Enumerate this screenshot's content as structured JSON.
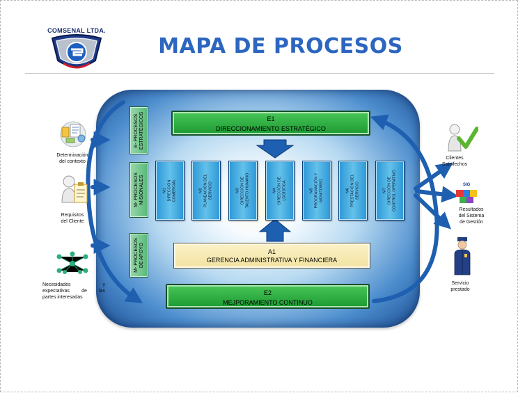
{
  "header": {
    "title": "MAPA DE PROCESOS",
    "logo_text": "COMSENAL LTDA."
  },
  "strategic": {
    "code": "E1",
    "name": "DIRECCIONAMIENTO ESTRATÉGICO"
  },
  "improvement": {
    "code": "E2",
    "name": "MEJPORAMIENTO CONTINUO"
  },
  "support": {
    "code": "A1",
    "name": "GERENCIA ADMINISTRATIVA Y FINANCIERA"
  },
  "sidebars": {
    "strategic": [
      "E- PROCESOS",
      "ESTRATÉGICOS"
    ],
    "mission": [
      "M- PROCESOS",
      "MISIONALES"
    ],
    "support": [
      "M- PROCESOS",
      "DE APOYO"
    ]
  },
  "mission_processes": [
    {
      "code": "M1",
      "lines": [
        "DIRECCIÓN",
        "COMERCIAL"
      ]
    },
    {
      "code": "M2",
      "lines": [
        "PLANEACIÓN DEL",
        "SERVICIO"
      ]
    },
    {
      "code": "M3",
      "lines": [
        "DIRECCIÓN DE",
        "TALENTO HUMANO"
      ]
    },
    {
      "code": "M4",
      "lines": [
        "DIRECCIÓN DE",
        "LOGÍSTICA"
      ]
    },
    {
      "code": "M5",
      "lines": [
        "PROGRAMACIÓN Y",
        "MONITOREO"
      ]
    },
    {
      "code": "M6",
      "lines": [
        "PRESTACIÓN DEL",
        "SERVICIO"
      ]
    },
    {
      "code": "M7",
      "lines": [
        "DIRECCIÓN DE",
        "CONTROL OPERATIVO"
      ]
    }
  ],
  "inputs": [
    {
      "lines": [
        "Determinación",
        "del contexto"
      ],
      "icon": "context-analysis-icon"
    },
    {
      "lines": [
        "Requisitos",
        "del Cliente"
      ],
      "icon": "client-requirements-icon"
    },
    {
      "lines": [
        "Necesidades        y",
        "expectativas de las",
        "partes interesadas"
      ],
      "icon": "stakeholders-network-icon"
    }
  ],
  "outputs": [
    {
      "lines": [
        "Clientes",
        "Satisfechos"
      ],
      "icon": "checkmark-person-icon"
    },
    {
      "lines": [
        "Resultados",
        "del Sistema",
        "de Gestión"
      ],
      "icon": "sig-puzzle-icon",
      "badge": "SIG"
    },
    {
      "lines": [
        "Servicio",
        "prestado"
      ],
      "icon": "security-guard-icon"
    }
  ],
  "colors": {
    "title": "#2c66c0",
    "green": "#2bab43",
    "process_blue": "#3aa6e0",
    "support_yellow": "#f6e8b0",
    "frame_dark": "#1d4f94"
  }
}
